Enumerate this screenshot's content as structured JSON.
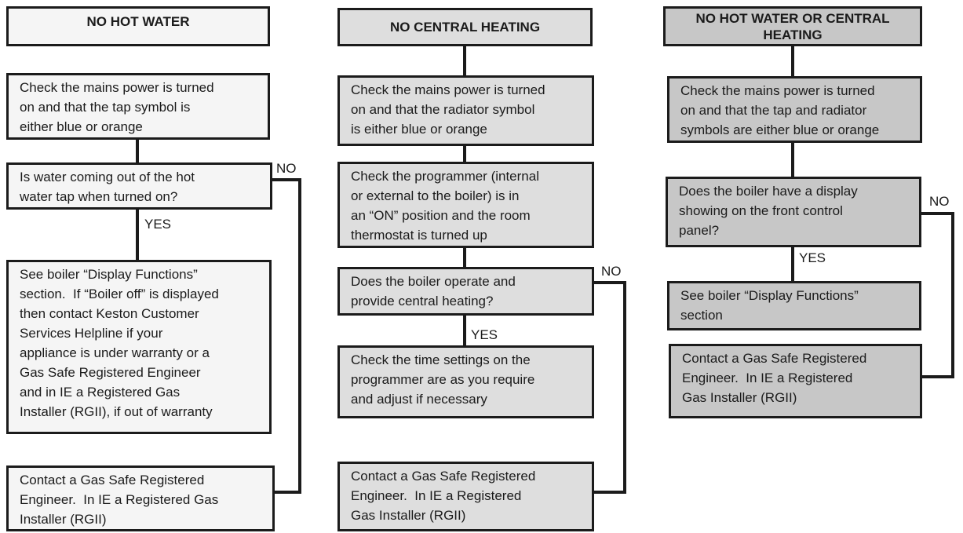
{
  "diagram": {
    "kind": "flowchart",
    "line_color": "#1b1b1b",
    "columns": [
      {
        "title": "NO HOT WATER",
        "fill": "#f5f5f5",
        "boxes": [
          "Check the mains power is turned\non and that the tap symbol is\neither blue or orange",
          "Is water coming out of the hot\nwater tap when turned on?",
          "See boiler “Display Functions”\nsection.  If “Boiler off” is displayed\nthen contact Keston Customer\nServices Helpline if your\nappliance is under warranty or a\nGas Safe Registered Engineer\nand in IE a Registered Gas\nInstaller (RGII), if out of warranty",
          "Contact a Gas Safe Registered\nEngineer.  In IE a Registered Gas\nInstaller (RGII)"
        ],
        "labels": {
          "yes": "YES",
          "no": "NO"
        },
        "edges": [
          "check-mains-tap → water-tap-question",
          "water-tap-question —YES→ see-display-functions",
          "water-tap-question —NO→ contact-engineer"
        ]
      },
      {
        "title": "NO CENTRAL HEATING",
        "fill": "#dedede",
        "boxes": [
          "Check the mains power is turned\non and that the radiator symbol\nis either blue or orange",
          "Check the programmer (internal\nor external to the boiler) is in\nan “ON” position and the room\nthermostat is turned up",
          "Does the boiler operate and\nprovide central heating?",
          "Check the time settings on the\nprogrammer are as you require\nand adjust if necessary",
          "Contact a Gas Safe Registered\nEngineer.  In IE a Registered\nGas Installer (RGII)"
        ],
        "labels": {
          "yes": "YES",
          "no": "NO"
        },
        "edges": [
          "title → check-mains-radiator",
          "check-mains-radiator → check-programmer",
          "check-programmer → boiler-operate-question",
          "boiler-operate-question —YES→ check-time-settings",
          "boiler-operate-question —NO→ contact-engineer"
        ]
      },
      {
        "title": "NO HOT WATER OR CENTRAL\nHEATING",
        "fill": "#c7c7c7",
        "boxes": [
          "Check the mains power is turned\non and that the tap and radiator\nsymbols are either blue or orange",
          "Does the boiler have a display\nshowing on the front control\npanel?",
          "See boiler “Display Functions”\nsection",
          "Contact a Gas Safe Registered\nEngineer.  In IE a Registered\nGas Installer (RGII)"
        ],
        "labels": {
          "yes": "YES",
          "no": "NO"
        },
        "edges": [
          "title → check-mains-tap-radiator",
          "check-mains-tap-radiator → display-question",
          "display-question —YES→ see-display-functions",
          "display-question —NO→ contact-engineer"
        ]
      }
    ]
  }
}
